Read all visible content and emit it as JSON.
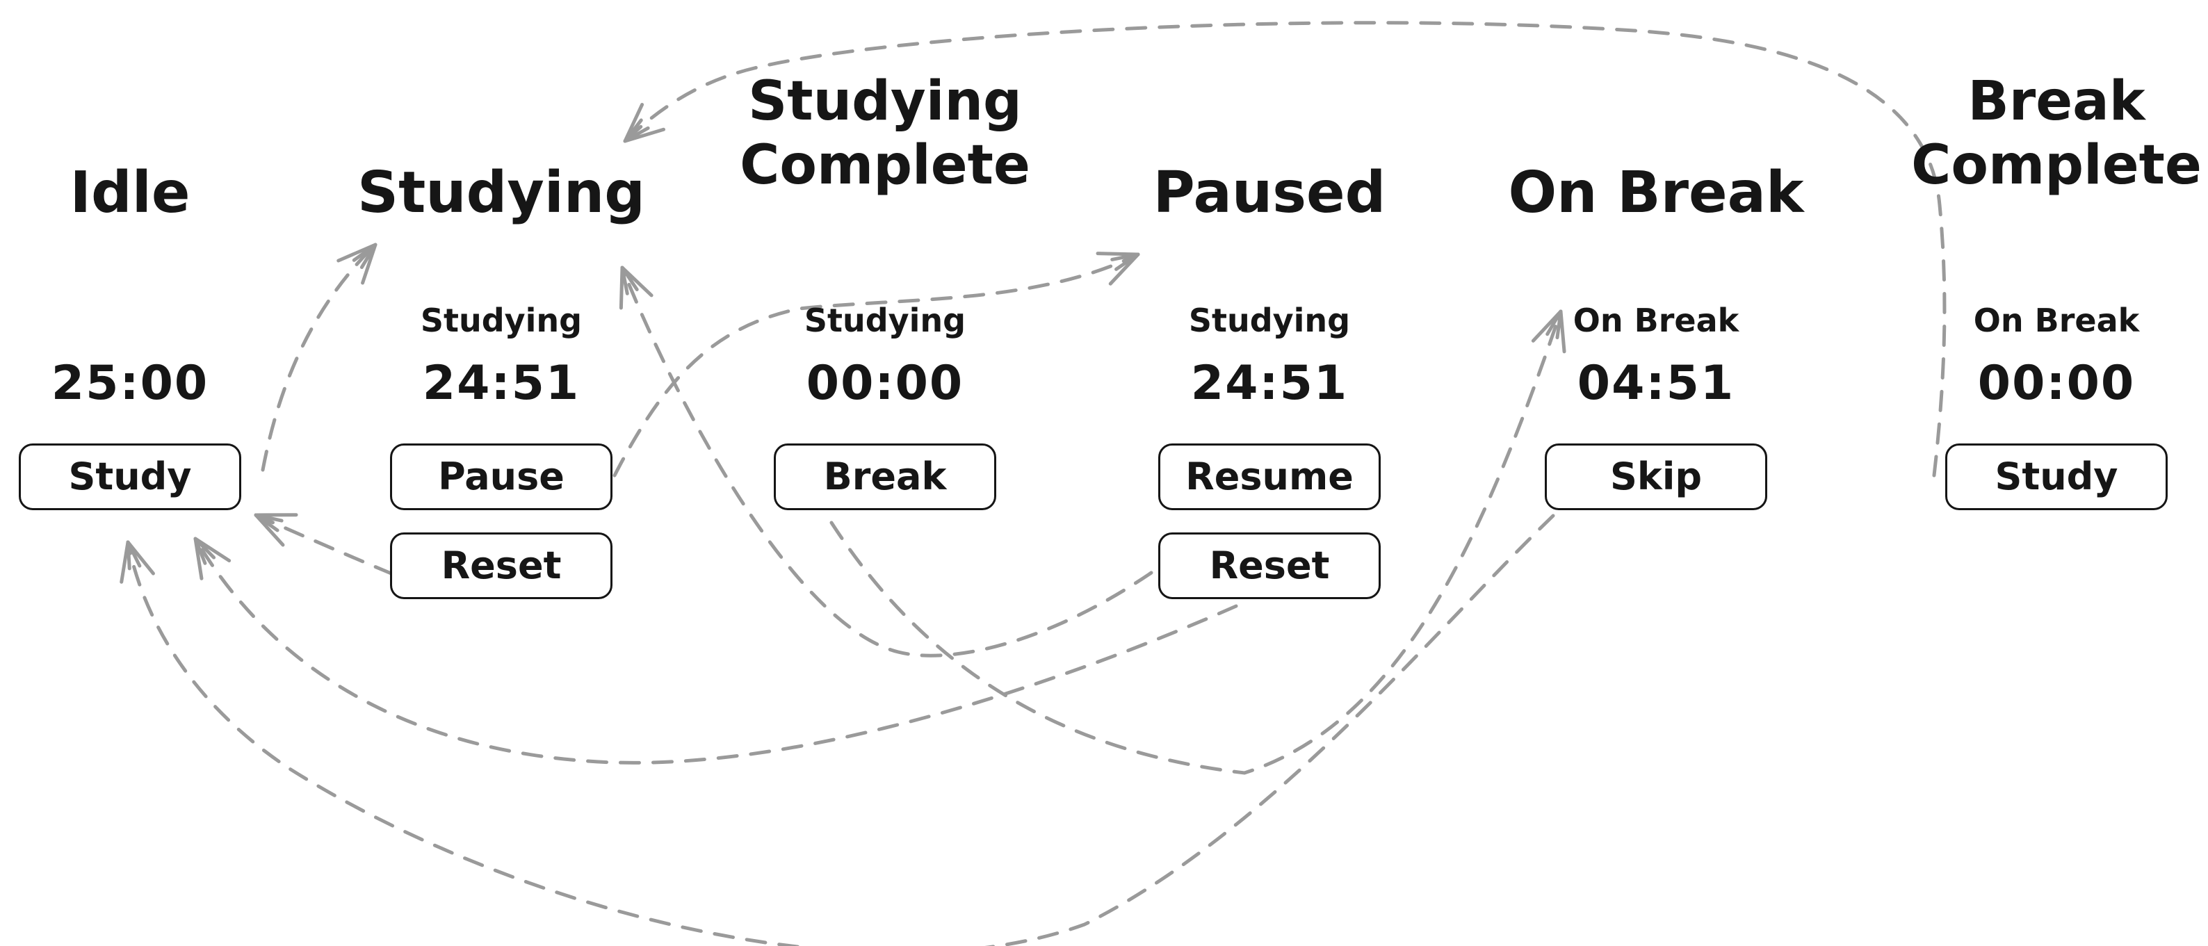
{
  "diagram": {
    "colors": {
      "background": "#ffffff",
      "ink": "#161616",
      "arrow": "#9a9a9a"
    },
    "states": [
      {
        "id": "idle",
        "title": "Idle",
        "title_lines": [
          "Idle"
        ],
        "phase": null,
        "timer": "25:00",
        "buttons": [
          "Study"
        ]
      },
      {
        "id": "studying",
        "title": "Studying",
        "title_lines": [
          "Studying"
        ],
        "phase": "Studying",
        "timer": "24:51",
        "buttons": [
          "Pause",
          "Reset"
        ]
      },
      {
        "id": "studying-complete",
        "title": "Studying Complete",
        "title_lines": [
          "Studying",
          "Complete"
        ],
        "phase": "Studying",
        "timer": "00:00",
        "buttons": [
          "Break"
        ]
      },
      {
        "id": "paused",
        "title": "Paused",
        "title_lines": [
          "Paused"
        ],
        "phase": "Studying",
        "timer": "24:51",
        "buttons": [
          "Resume",
          "Reset"
        ]
      },
      {
        "id": "on-break",
        "title": "On Break",
        "title_lines": [
          "On Break"
        ],
        "phase": "On Break",
        "timer": "04:51",
        "buttons": [
          "Skip"
        ]
      },
      {
        "id": "break-complete",
        "title": "Break Complete",
        "title_lines": [
          "Break",
          "Complete"
        ],
        "phase": "On Break",
        "timer": "00:00",
        "buttons": [
          "Study"
        ]
      }
    ],
    "transitions": [
      {
        "from": "Idle",
        "action": "Study",
        "to": "Studying"
      },
      {
        "from": "Studying",
        "action": "Pause",
        "to": "Paused"
      },
      {
        "from": "Studying",
        "action": "Reset",
        "to": "Idle"
      },
      {
        "from": "Studying Complete",
        "action": "Break",
        "to": "On Break"
      },
      {
        "from": "Paused",
        "action": "Resume",
        "to": "Studying"
      },
      {
        "from": "Paused",
        "action": "Reset",
        "to": "Idle"
      },
      {
        "from": "On Break",
        "action": "Skip",
        "to": "Idle"
      },
      {
        "from": "Break Complete",
        "action": "Study",
        "to": "Studying"
      }
    ]
  }
}
